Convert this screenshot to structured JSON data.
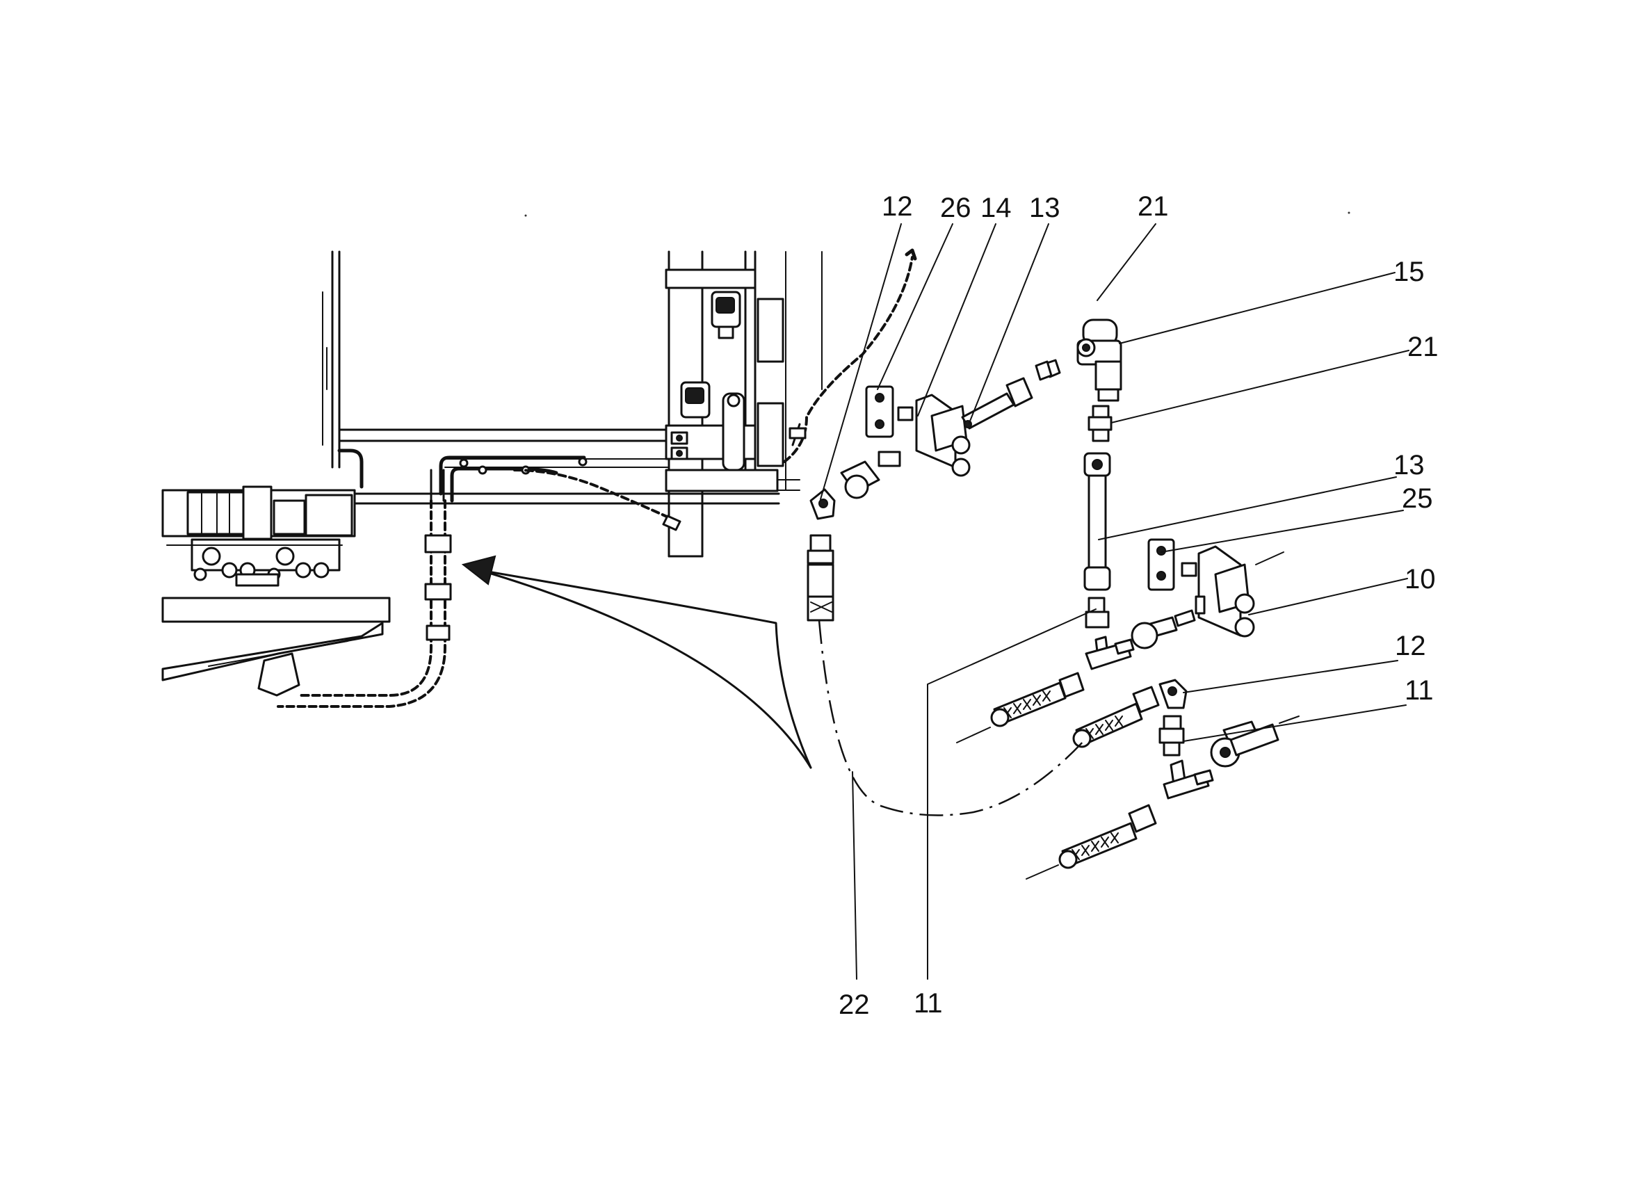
{
  "callouts": [
    {
      "id": "c12a",
      "label": "12"
    },
    {
      "id": "c26",
      "label": "26"
    },
    {
      "id": "c14",
      "label": "14"
    },
    {
      "id": "c13a",
      "label": "13"
    },
    {
      "id": "c21a",
      "label": "21"
    },
    {
      "id": "c15",
      "label": "15"
    },
    {
      "id": "c21b",
      "label": "21"
    },
    {
      "id": "c13b",
      "label": "13"
    },
    {
      "id": "c25",
      "label": "25"
    },
    {
      "id": "c10",
      "label": "10"
    },
    {
      "id": "c12b",
      "label": "12"
    },
    {
      "id": "c11a",
      "label": "11"
    },
    {
      "id": "c22",
      "label": "22"
    },
    {
      "id": "c11b",
      "label": "11"
    }
  ],
  "colors": {
    "ink": "#111111",
    "paper": "#ffffff"
  }
}
